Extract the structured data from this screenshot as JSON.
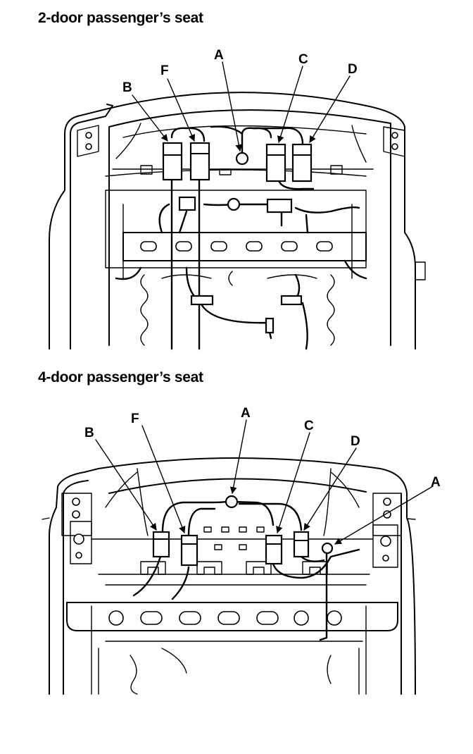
{
  "figure_1": {
    "title": "2-door passenger’s seat",
    "callouts": {
      "A": "A",
      "B": "B",
      "C": "C",
      "D": "D",
      "F": "F"
    }
  },
  "figure_2": {
    "title": "4-door passenger’s seat",
    "callouts": {
      "A": "A",
      "A2": "A",
      "B": "B",
      "C": "C",
      "D": "D",
      "F": "F"
    }
  }
}
